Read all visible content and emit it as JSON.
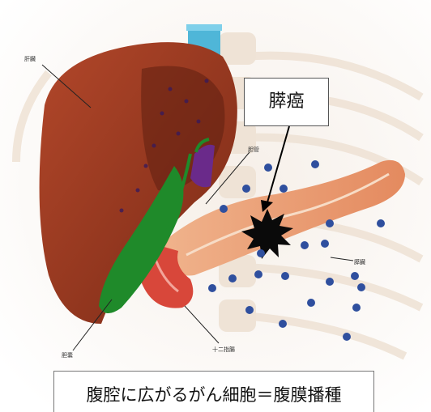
{
  "labels": {
    "liver": "肝臓",
    "bile_duct": "胆管",
    "pancreas": "膵臓",
    "gallbladder": "胆嚢",
    "duodenum": "十二指腸"
  },
  "callout": {
    "text": "膵癌"
  },
  "caption": {
    "text": "腹腔に広がるがん細胞＝腹膜播種"
  },
  "colors": {
    "liver": "#9b3a1f",
    "gallbladder": "#1f8a2a",
    "pancreas": "#e89a6e",
    "duodenum": "#d8473a",
    "vessel_blue": "#4fb6d8",
    "vessel_purple": "#6a2a8a",
    "dots": "#2f4f9e",
    "tumor": "#0a0a0a"
  },
  "icons": {
    "tumor": "starburst-icon",
    "cell": "dot-icon"
  }
}
